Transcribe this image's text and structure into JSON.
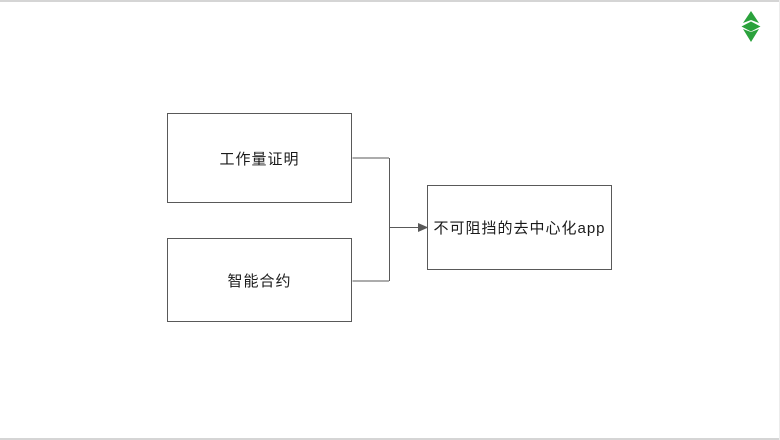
{
  "canvas": {
    "background": "#ffffff"
  },
  "colors": {
    "logo_green": "#2ba23c",
    "shape_stroke": "#595959",
    "label_text": "#1a1a1a",
    "canvas_edge": "#d5d5d5"
  },
  "logo": {
    "icon": "ethereum-classic-diamond-icon"
  },
  "diagram": {
    "boxes": [
      {
        "id": "proof-of-work",
        "label": "工作量证明"
      },
      {
        "id": "smart-contract",
        "label": "智能合约"
      },
      {
        "id": "unstoppable-dapp",
        "label": "不可阻挡的去中心化app"
      }
    ],
    "connector": {
      "type": "merge-arrow",
      "from": [
        "proof-of-work",
        "smart-contract"
      ],
      "to": "unstoppable-dapp"
    }
  }
}
